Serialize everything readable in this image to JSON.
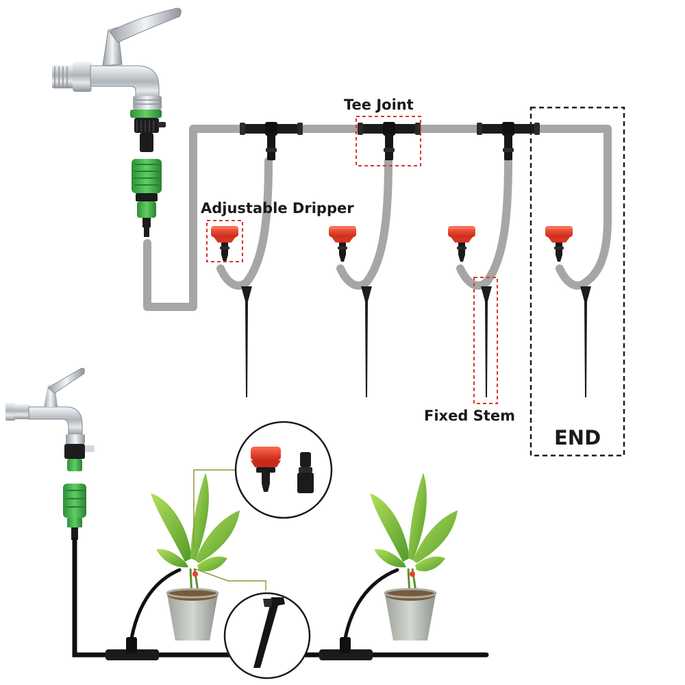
{
  "labels": {
    "tee_joint": "Tee Joint",
    "adjustable_dripper": "Adjustable Dripper",
    "fixed_stem": "Fixed Stem",
    "end": "END"
  },
  "colors": {
    "tube_gray": "#a6a6a6",
    "tube_black": "#111111",
    "dripper_red": "#e8412c",
    "connector_green": "#3fae49",
    "callout_red": "#d9342b",
    "callout_olive": "#8a9a3a",
    "leaf_green": "#7cc242",
    "pot_gray": "#b8bdb5",
    "chrome": "#c9ced3"
  },
  "icons": [
    "faucet-icon",
    "hose-connector-icon",
    "tee-joint-icon",
    "dripper-icon",
    "stake-icon",
    "plant-pot-icon"
  ]
}
